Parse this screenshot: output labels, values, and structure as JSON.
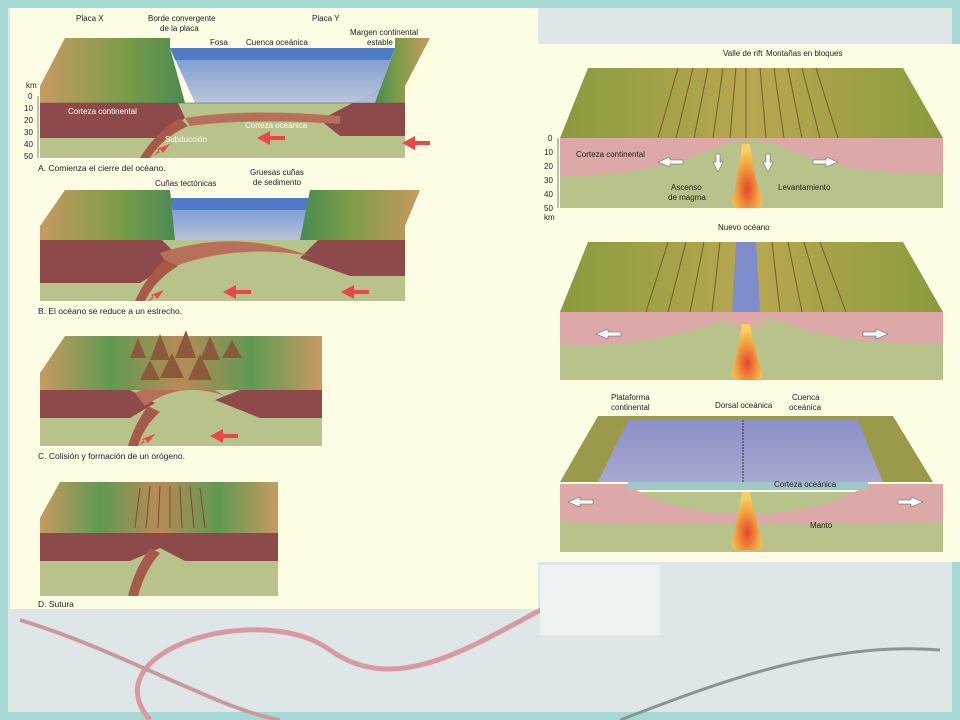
{
  "left": {
    "a": {
      "placa_x": "Placa X",
      "borde_1": "Borde convergente",
      "borde_2": "de la placa",
      "placa_y": "Placa Y",
      "fosa": "Fosa",
      "cuenca": "Cuenca oceánica",
      "margen_1": "Margen continental",
      "margen_2": "estable",
      "km": "km",
      "ticks": [
        "0",
        "10",
        "20",
        "30",
        "40",
        "50"
      ],
      "corteza_continental": "Corteza continental",
      "corteza_oceanica": "Corteza oceánica",
      "subduccion": "Subducción",
      "caption": "A. Comienza el cierre del océano."
    },
    "b": {
      "cunas": "Cuñas tectónicas",
      "gruesas_1": "Gruesas cuñas",
      "gruesas_2": "de sedimento",
      "caption": "B. El océano se reduce a un estrecho."
    },
    "c": {
      "caption": "C. Colisión y formación de un orógeno."
    },
    "d": {
      "caption": "D. Sutura"
    }
  },
  "right": {
    "r1": {
      "valle": "Valle de rift",
      "montanas": "Montañas en bloques",
      "ticks": [
        "0",
        "10",
        "20",
        "30",
        "40",
        "50"
      ],
      "km": "km",
      "corteza_continental": "Corteza continental",
      "ascenso_1": "Ascenso",
      "ascenso_2": "de magma",
      "levantamiento": "Levantamiento"
    },
    "r2": {
      "nuevo": "Nuevo océano"
    },
    "r3": {
      "plataforma_1": "Plataforma",
      "plataforma_2": "continental",
      "dorsal": "Dorsal oceánica",
      "cuenca_1": "Cuenca",
      "cuenca_2": "oceánica",
      "corteza_oceanica": "Corteza oceánica",
      "manto": "Manto"
    }
  },
  "colors": {
    "panel": "#fdfde6",
    "crust": "#8e4a4a",
    "mantle": "#b7c38a",
    "ocean": "#5a86c8",
    "arrow": "#e8484a",
    "magma": "#e6462a",
    "pink_crust": "#dca8a8"
  }
}
